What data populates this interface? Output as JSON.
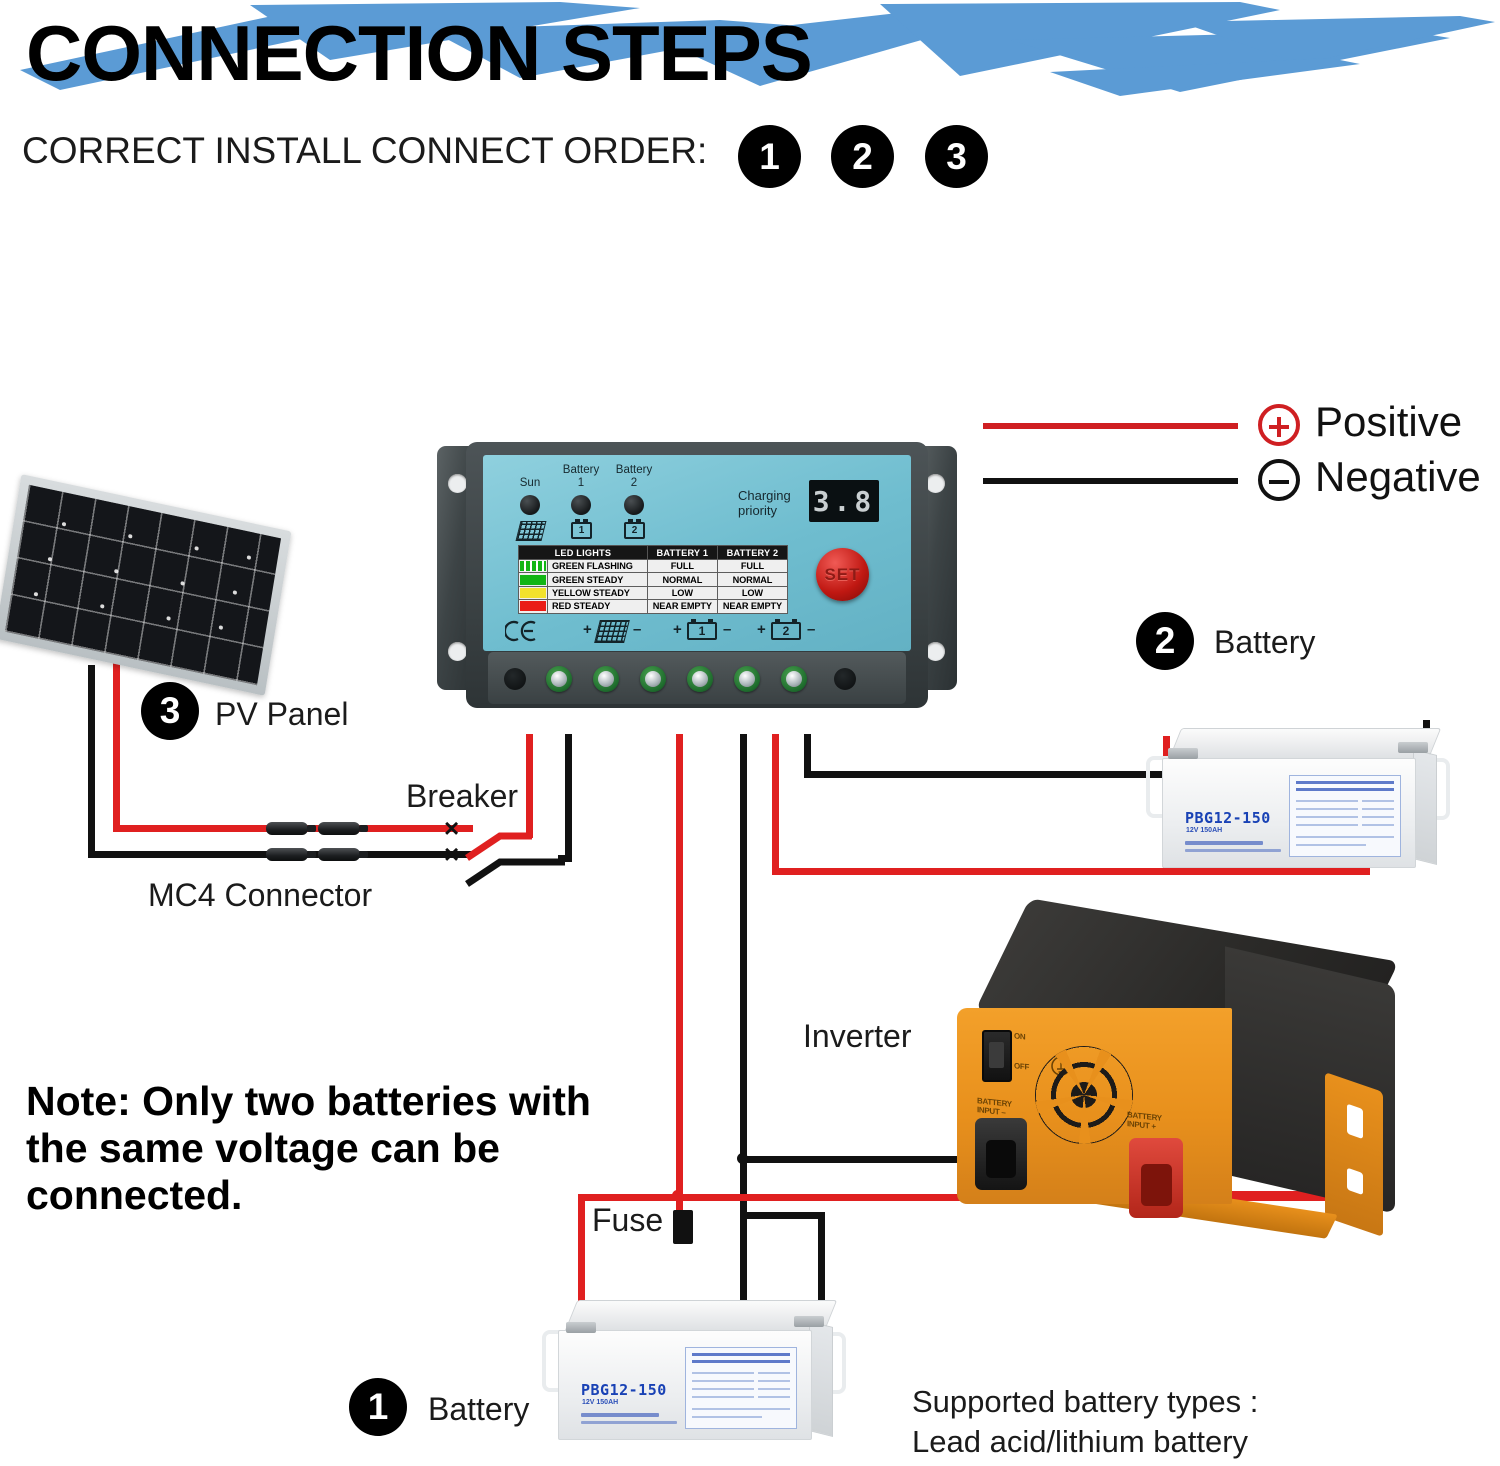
{
  "header": {
    "title": "CONNECTION STEPS",
    "order_label": "CORRECT INSTALL CONNECT ORDER:",
    "order_badges": [
      "1",
      "2",
      "3"
    ],
    "accent_color": "#5b9bd5"
  },
  "legend": {
    "positive_label": "Positive",
    "negative_label": "Negative",
    "positive_color": "#cf1f22",
    "negative_color": "#111111"
  },
  "controller": {
    "led_labels": {
      "sun": "Sun",
      "battery1": "Battery\n1",
      "battery2": "Battery\n2",
      "sun_line1": "Sun",
      "b1_line1": "Battery",
      "b1_line2": "1",
      "b2_line1": "Battery",
      "b2_line2": "2"
    },
    "battery_icon_1": "1",
    "battery_icon_2": "2",
    "charging_priority_label": "Charging priority",
    "charging_priority_line1": "Charging",
    "charging_priority_line2": "priority",
    "display_value": "3.8",
    "set_button": "SET",
    "ce_mark": "CE",
    "table": {
      "headers": [
        "LED LIGHTS",
        "BATTERY 1",
        "BATTERY 2"
      ],
      "rows": [
        {
          "swatch": "green-flashing",
          "led": "GREEN FLASHING",
          "b1": "FULL",
          "b2": "FULL"
        },
        {
          "swatch": "green-steady",
          "led": "GREEN STEADY",
          "b1": "NORMAL",
          "b2": "NORMAL"
        },
        {
          "swatch": "yellow-steady",
          "led": "YELLOW STEADY",
          "b1": "LOW",
          "b2": "LOW"
        },
        {
          "swatch": "red-steady",
          "led": "RED STEADY",
          "b1": "NEAR EMPTY",
          "b2": "NEAR EMPTY"
        }
      ]
    },
    "terminal_marks": {
      "pv_plus": "+",
      "pv_minus": "–",
      "b1_plus": "+",
      "b1_label": "1",
      "b1_minus": "–",
      "b2_plus": "+",
      "b2_label": "2",
      "b2_minus": "–"
    }
  },
  "components": {
    "pv_panel": {
      "badge": "3",
      "label": "PV Panel"
    },
    "mc4": {
      "label": "MC4 Connector"
    },
    "breaker": {
      "label": "Breaker",
      "mark": "×"
    },
    "battery_top": {
      "badge": "2",
      "label": "Battery",
      "model": "PBG12-150",
      "sub": "12V 150AH"
    },
    "battery_bottom": {
      "badge": "1",
      "label": "Battery",
      "model": "PBG12-150",
      "sub": "12V 150AH"
    },
    "inverter": {
      "label": "Inverter"
    },
    "fuse": {
      "label": "Fuse"
    }
  },
  "notes": {
    "note_text": "Note: Only two batteries with the same voltage can be connected.",
    "supported_line1": "Supported battery types :",
    "supported_line2": "Lead acid/lithium battery"
  }
}
